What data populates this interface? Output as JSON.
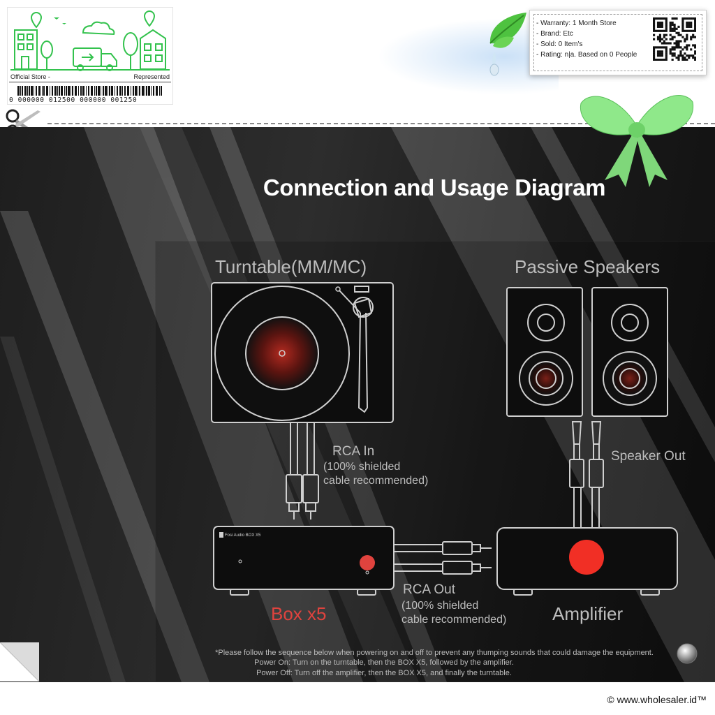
{
  "store": {
    "official": "Official Store -",
    "represented": "Represented",
    "barcode_number": "0 000000 012500 000000 001250",
    "accent_color": "#33c24d"
  },
  "info": {
    "warranty": "- Warranty: 1 Month Store",
    "brand": "- Brand: Etc",
    "sold": "- Sold: 0 Item's",
    "rating": "- Rating: n|a. Based on 0 People"
  },
  "icons": {
    "scissors": "scissors-icon",
    "leaf": "leaf-icon",
    "bow": "ribbon-bow-icon",
    "qr": "qr-code-icon",
    "page_curl": "page-curl-icon",
    "metal_button": "metal-button-icon"
  },
  "diagram": {
    "title": "Connection and Usage Diagram",
    "turntable_label": "Turntable(MM/MC)",
    "speakers_label": "Passive Speakers",
    "rca_in_label": "RCA In",
    "rca_in_note_1": "(100% shielded",
    "rca_in_note_2": "cable recommended)",
    "speaker_out_label": "Speaker Out",
    "rca_out_label": "RCA Out",
    "rca_out_note_1": "(100% shielded",
    "rca_out_note_2": "cable recommended)",
    "box_label": "Box x5",
    "box_brand": "Fosi Audio   BOX X5",
    "amplifier_label": "Amplifier",
    "accent_color": "#e0433e"
  },
  "notes": {
    "line_1": "*Please follow the sequence below when powering on and off to prevent any thumping sounds that could damage the equipment.",
    "line_2": "Power On: Turn on the turntable, then the BOX X5, followed by the amplifier.",
    "line_3": "Power Off: Turn off the amplifier, then the BOX X5, and finally the turntable."
  },
  "footer": {
    "copyright": "© www.wholesaler.id™"
  }
}
